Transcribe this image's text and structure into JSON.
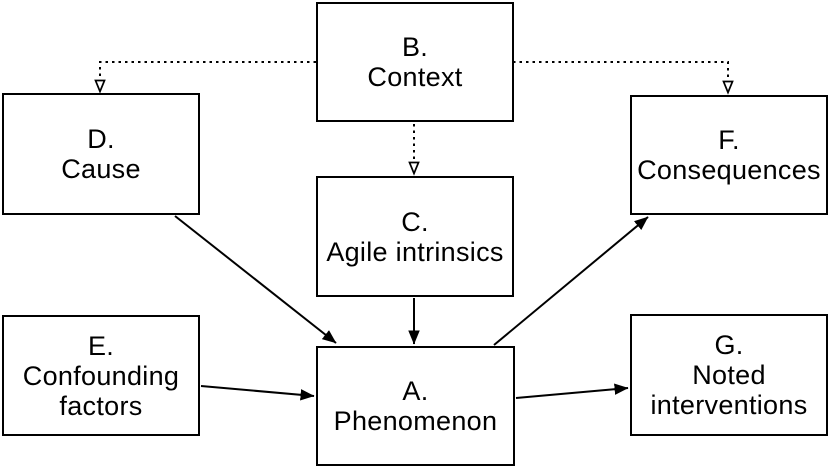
{
  "diagram": {
    "colors": {
      "line": "#000000",
      "box_fill": "#ffffff",
      "text": "#000000",
      "background": "#ffffff"
    },
    "boxes": {
      "a": {
        "letter": "A.",
        "label": "Phenomenon",
        "text": "A.\nPhenomenon"
      },
      "b": {
        "letter": "B.",
        "label": "Context",
        "text": "B.\nContext"
      },
      "c": {
        "letter": "C.",
        "label": "Agile intrinsics",
        "text": "C.\nAgile intrinsics"
      },
      "d": {
        "letter": "D.",
        "label": "Cause",
        "text": "D.\nCause"
      },
      "e": {
        "letter": "E.",
        "label": "Confounding factors",
        "text": "E.\nConfounding\nfactors"
      },
      "f": {
        "letter": "F.",
        "label": "Consequences",
        "text": "F.\nConsequences"
      },
      "g": {
        "letter": "G.",
        "label": "Noted interventions",
        "text": "G.\nNoted\ninterventions"
      }
    },
    "edges": [
      {
        "from": "B. Context",
        "to": "D. Cause",
        "line": "dotted",
        "head": "open"
      },
      {
        "from": "B. Context",
        "to": "F. Consequences",
        "line": "dotted",
        "head": "open"
      },
      {
        "from": "B. Context",
        "to": "C. Agile intrinsics",
        "line": "dotted",
        "head": "open"
      },
      {
        "from": "C. Agile intrinsics",
        "to": "A. Phenomenon",
        "line": "solid",
        "head": "filled"
      },
      {
        "from": "D. Cause",
        "to": "A. Phenomenon",
        "line": "solid",
        "head": "filled"
      },
      {
        "from": "E. Confounding factors",
        "to": "A. Phenomenon",
        "line": "solid",
        "head": "filled"
      },
      {
        "from": "A. Phenomenon",
        "to": "F. Consequences",
        "line": "solid",
        "head": "filled"
      },
      {
        "from": "A. Phenomenon",
        "to": "G. Noted interventions",
        "line": "solid",
        "head": "filled"
      }
    ]
  }
}
